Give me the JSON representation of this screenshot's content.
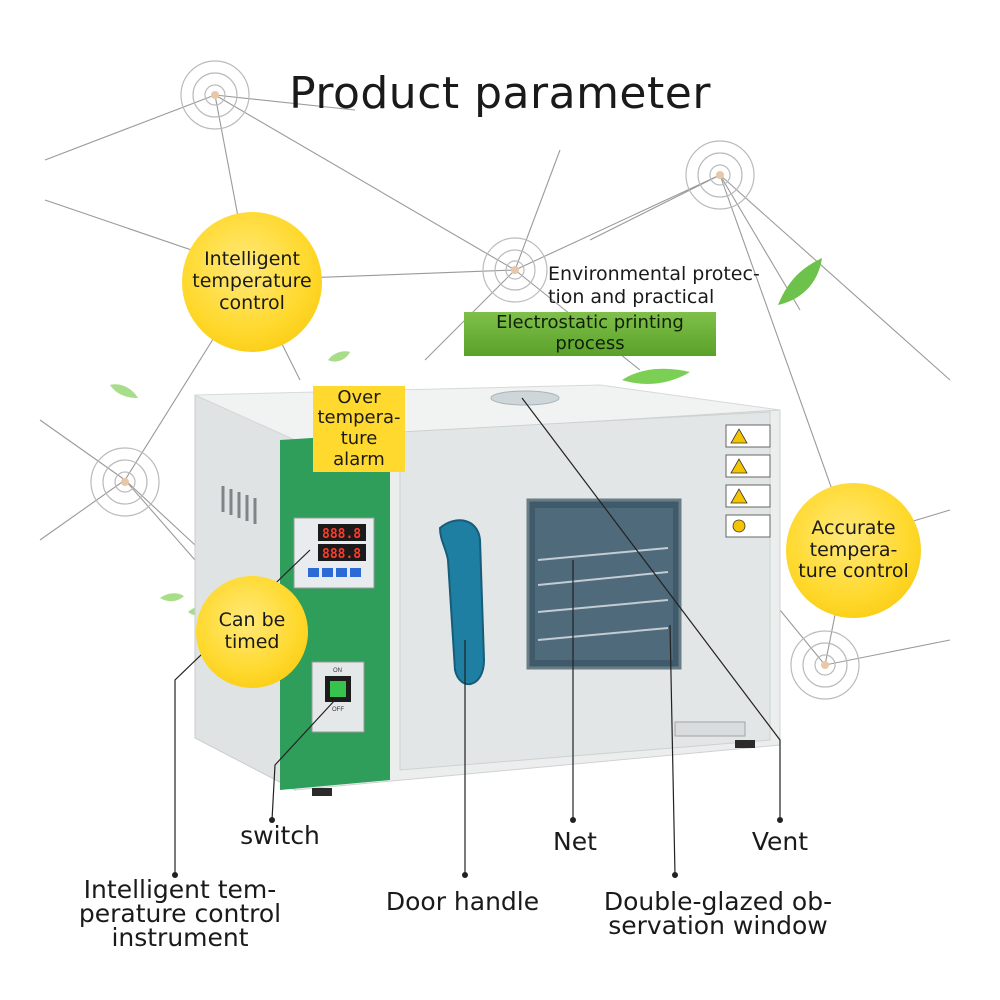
{
  "title": "Product parameter",
  "features": {
    "intelligent_temperature_control": [
      "Intelligent",
      "temperature",
      "control"
    ],
    "environmental": [
      "Environmental protec-",
      "tion and practical"
    ],
    "electrostatic": [
      "Electrostatic printing",
      "process"
    ],
    "over_temperature_alarm": [
      "Over",
      "tempera-",
      "ture",
      "alarm"
    ],
    "accurate_temperature_control": [
      "Accurate",
      "tempera-",
      "ture control"
    ],
    "can_be_timed": [
      "Can be",
      "timed"
    ]
  },
  "callouts": {
    "switch": "switch",
    "net": "Net",
    "vent": "Vent",
    "instrument": [
      "Intelligent tem-",
      "perature control",
      "instrument"
    ],
    "door_handle": "Door handle",
    "window": [
      "Double-glazed ob-",
      "servation window"
    ]
  },
  "colors": {
    "yellow": "#ffd92e",
    "green_banner": "#6ab337",
    "panel_green": "#2f9e5a",
    "handle_blue": "#1f7fa3",
    "cabinet": "#e9ecec"
  },
  "device": {
    "display_top": "888.8",
    "display_bottom": "888.8",
    "switch_on": "ON",
    "switch_off": "OFF"
  }
}
